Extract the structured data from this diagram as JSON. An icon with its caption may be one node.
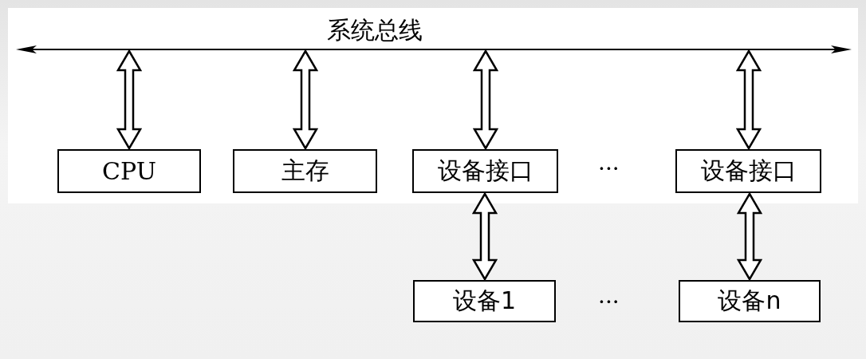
{
  "diagram": {
    "nodes": [
      {
        "text": [
          "系统总线"
        ]
      },
      {
        "text": [
          "CPU"
        ]
      },
      {
        "text": [
          "主存"
        ]
      },
      {
        "text": [
          "设备接口"
        ]
      },
      {
        "text": [
          "设备接口"
        ]
      },
      {
        "text": [
          "设备1"
        ]
      },
      {
        "text": [
          "设备n"
        ]
      }
    ],
    "edges": [
      {
        "from": 0,
        "to": 1,
        "arrow": "both"
      },
      {
        "from": 0,
        "to": 2,
        "arrow": "both"
      },
      {
        "from": 0,
        "to": 3,
        "arrow": "both"
      },
      {
        "from": 0,
        "to": 4,
        "arrow": "both"
      },
      {
        "from": 3,
        "to": 5,
        "arrow": "both"
      },
      {
        "from": 4,
        "to": 6,
        "arrow": "both"
      }
    ],
    "labels": [
      "···",
      "···"
    ]
  }
}
